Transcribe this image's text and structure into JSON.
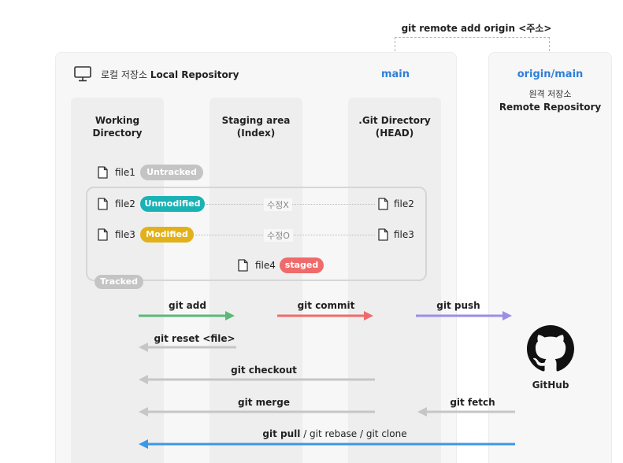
{
  "remote_cmd": "git remote add origin <주소>",
  "local": {
    "title_ko": "로컬 저장소",
    "title_en": "Local Repository",
    "branch": "main"
  },
  "remote": {
    "branch": "origin/main",
    "title_ko": "원격 저장소",
    "title_en": "Remote Repository",
    "service": "GitHub"
  },
  "columns": [
    {
      "line1": "Working",
      "line2": "Directory"
    },
    {
      "line1": "Staging area",
      "line2": "(Index)"
    },
    {
      "line1": ".Git Directory",
      "line2": "(HEAD)"
    }
  ],
  "files": {
    "file1": {
      "name": "file1",
      "status": "Untracked"
    },
    "file2": {
      "name": "file2",
      "status": "Unmodified",
      "middle": "수정X",
      "right": "file2"
    },
    "file3": {
      "name": "file3",
      "status": "Modified",
      "middle": "수정O",
      "right": "file3"
    },
    "file4": {
      "name": "file4",
      "status": "staged"
    }
  },
  "tracked_label": "Tracked",
  "commands": {
    "add": "git add",
    "commit": "git commit",
    "push": "git push",
    "reset": "git reset <file>",
    "checkout": "git checkout",
    "merge": "git merge",
    "fetch": "git fetch",
    "pull": "git pull",
    "pull_rest": " / git rebase / git clone"
  },
  "icons": [
    "monitor-icon",
    "file-icon",
    "github-icon"
  ],
  "colors": {
    "blue_text": "#2f7fd8",
    "untracked": "#c4c4c4",
    "unmodified": "#19b2b5",
    "modified": "#e2b119",
    "staged": "#ef6b6b",
    "add_arrow": "#5cb779",
    "commit_arrow": "#ef6b6b",
    "push_arrow": "#9b8ee6",
    "gray_arrow": "#c6c6c6",
    "pull_arrow": "#3d97e8"
  }
}
